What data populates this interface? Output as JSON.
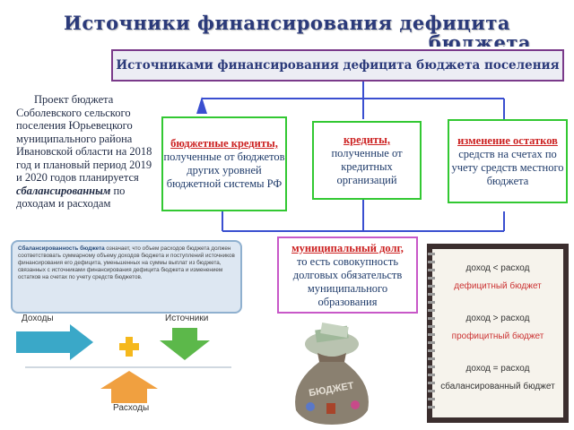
{
  "title": {
    "line1": "Источники финансирования дефицита",
    "line2": "бюджета"
  },
  "main_box": "Источниками финансирования дефицита бюджета поселения",
  "lead": {
    "text": "Проект бюджета Соболевского сельского поселения Юрьевецкого муниципального района Ивановской области на 2018 год и плановый период 2019 и 2020 годов планируется",
    "bold": "сбалансированным",
    "tail": "по доходам и расходам"
  },
  "sources": [
    {
      "heading": "бюджетные кредиты,",
      "text": "полученные от бюджетов других уровней бюджетной системы РФ"
    },
    {
      "heading": "кредиты,",
      "text": "полученные от кредитных организаций"
    },
    {
      "heading": "изменение остатков",
      "text": "средств на счетах по учету средств местного бюджета"
    },
    {
      "heading": "муниципальный долг,",
      "text": "то есть совокупность долговых обязательств муниципального образования"
    }
  ],
  "left_picture": {
    "definition_bold": "Сбалансированность бюджета",
    "definition_text": "означает, что объем расходов бюджета должен соответствовать суммарному объему доходов бюджета и поступлений источников финансирования его дефицита, уменьшенных на суммы выплат из бюджета, связанных с источниками финансирования дефицита бюджета и изменением остатков на счетах по учету средств бюджетов.",
    "label_income": "Доходы",
    "label_sources": "Источники",
    "label_expenses": "Расходы",
    "colors": {
      "income": "#3aa8c8",
      "sources": "#5cb84a",
      "expenses": "#f0a040",
      "plus": "#f5b81c"
    }
  },
  "bag_label": "БЮДЖЕТ",
  "notebook": [
    {
      "formula": "доход < расход",
      "result": "дефицитный бюджет"
    },
    {
      "formula": "доход > расход",
      "result": "профицитный бюджет"
    },
    {
      "formula": "доход = расход",
      "result": "сбалансированный бюджет"
    }
  ]
}
